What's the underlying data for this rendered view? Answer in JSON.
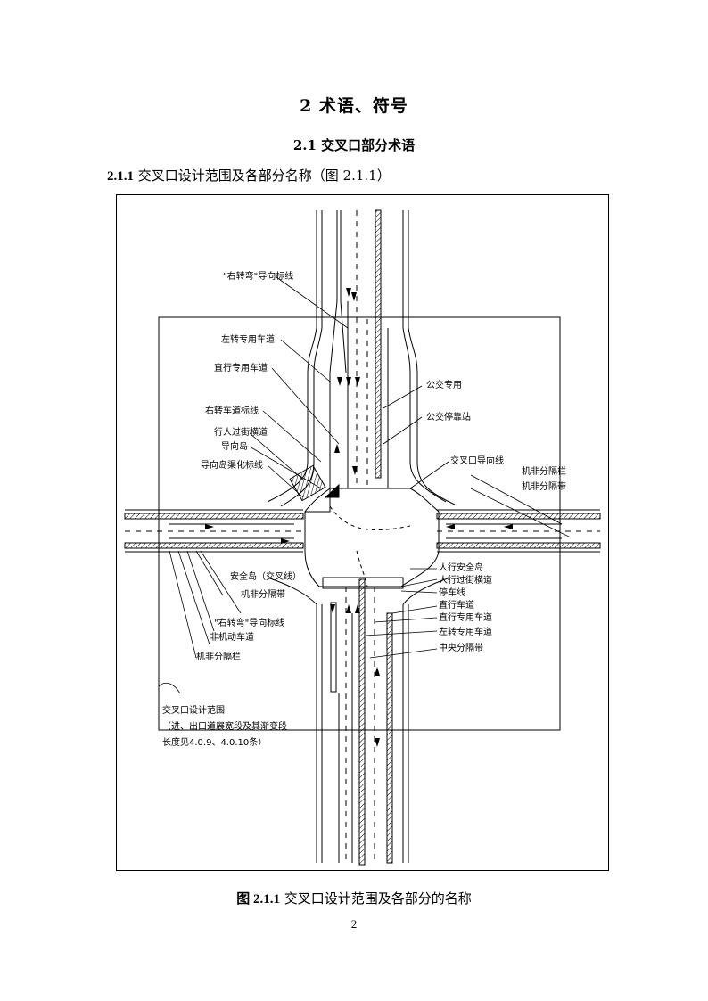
{
  "document": {
    "chapter_title": "2  术语、符号",
    "section_title": "2.1  交叉口部分术语",
    "clause_number": "2.1.1",
    "clause_text": "交叉口设计范围及各部分名称（图 2.1.1）",
    "figure_caption_number": "图 2.1.1",
    "figure_caption_text": "交叉口设计范围及各部分的名称",
    "page_number": "2"
  },
  "figure": {
    "labels": {
      "top_1": "\"右转弯\"导向标线",
      "top_2": "左转专用车道",
      "top_3": "直行专用车道",
      "top_4": "右转车道标线",
      "top_5": "行人过街横道",
      "top_6": "导向岛",
      "top_7": "导向岛渠化标线",
      "right_1": "公交专用",
      "right_2": "公交停靠站",
      "right_3": "交叉口导向线",
      "right_4": "机非分隔栏",
      "right_5": "机非分隔带",
      "left_1": "安全岛（交叉线）",
      "left_2": "机非分隔带",
      "left_3": "\"右转弯\"导向标线",
      "left_4": "非机动车道",
      "left_5": "机非分隔栏",
      "bottom_right_1": "人行安全岛",
      "bottom_right_2": "人行过街横道",
      "bottom_right_3": "停车线",
      "bottom_right_4": "直行车道",
      "bottom_right_5": "直行专用车道",
      "bottom_right_6": "左转专用车道",
      "bottom_right_7": "中央分隔带",
      "scope_1": "交叉口设计范围",
      "scope_2": "（进、出口道展宽段及其渐变段",
      "scope_3": "长度见4.0.9、4.0.10条）"
    }
  }
}
